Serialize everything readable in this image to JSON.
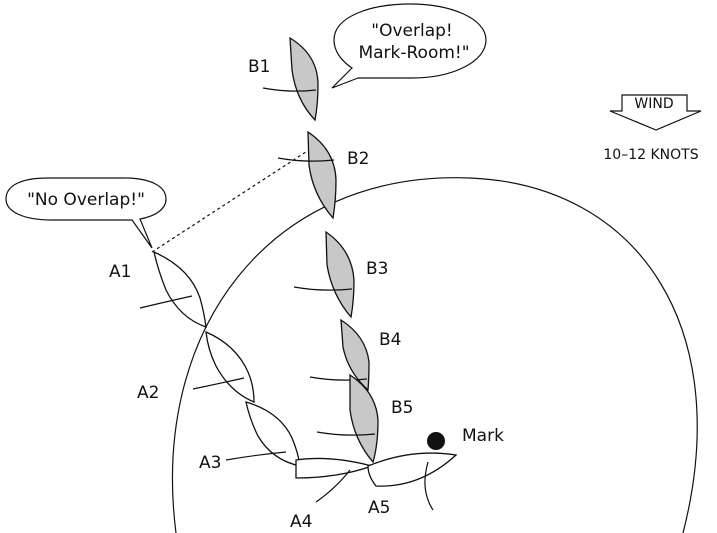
{
  "wind": {
    "label": "WIND",
    "speed": "10–12 KNOTS"
  },
  "speech": {
    "boat_a": "\"No Overlap!\"",
    "boat_b_line1": "\"Overlap!",
    "boat_b_line2": "Mark-Room!\""
  },
  "mark_label": "Mark",
  "boats_a": [
    "A1",
    "A2",
    "A3",
    "A4",
    "A5"
  ],
  "boats_b": [
    "B1",
    "B2",
    "B3",
    "B4",
    "B5"
  ],
  "colors": {
    "boat_a_fill": "#ffffff",
    "boat_b_fill": "#c8c8c8",
    "line": "#111111"
  }
}
